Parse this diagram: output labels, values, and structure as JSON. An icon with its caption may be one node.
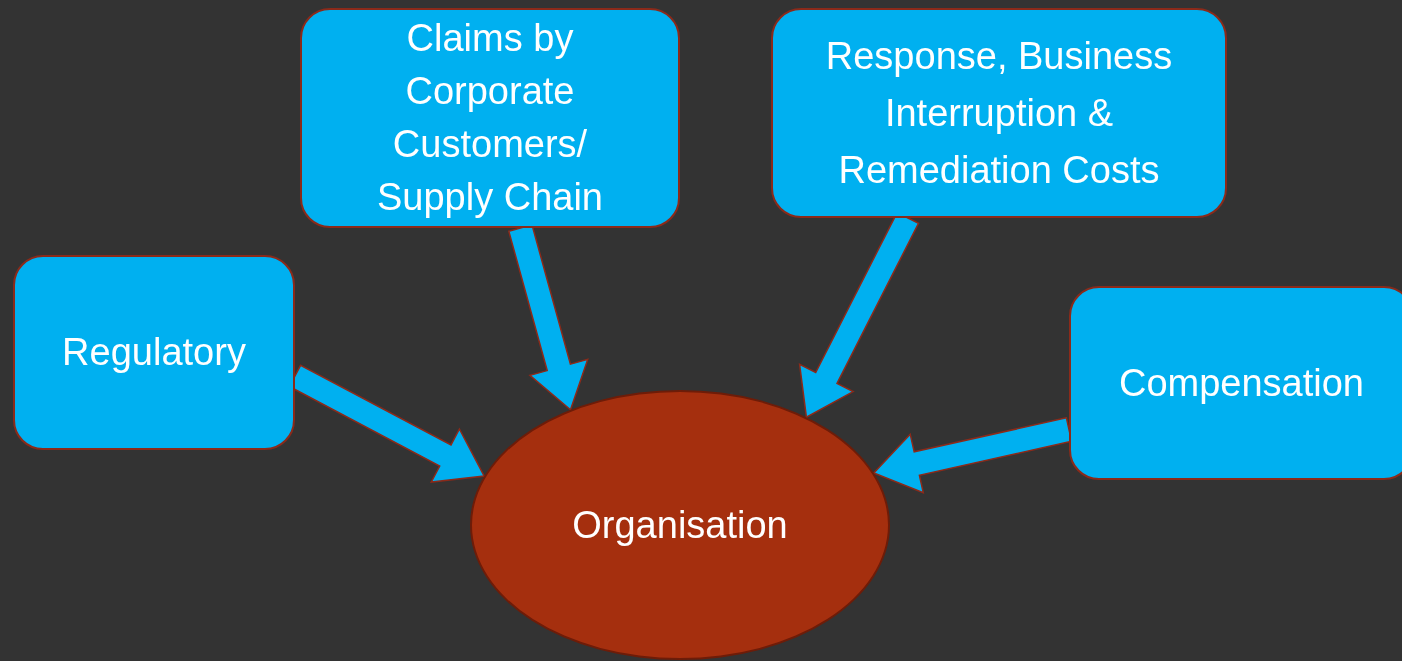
{
  "diagram": {
    "nodes": [
      {
        "text": [
          "Claims by Corporate Customers/ Supply Chain"
        ]
      },
      {
        "text": [
          "Response, Business Interruption & Remediation Costs"
        ]
      },
      {
        "text": [
          "Regulatory"
        ]
      },
      {
        "text": [
          "Compensation"
        ]
      },
      {
        "text": [
          "Organisation"
        ]
      }
    ],
    "edges": [
      {
        "from": 0,
        "to": 4,
        "arrow": "to"
      },
      {
        "from": 1,
        "to": 4,
        "arrow": "to"
      },
      {
        "from": 2,
        "to": 4,
        "arrow": "to"
      },
      {
        "from": 3,
        "to": 4,
        "arrow": "to"
      }
    ]
  }
}
